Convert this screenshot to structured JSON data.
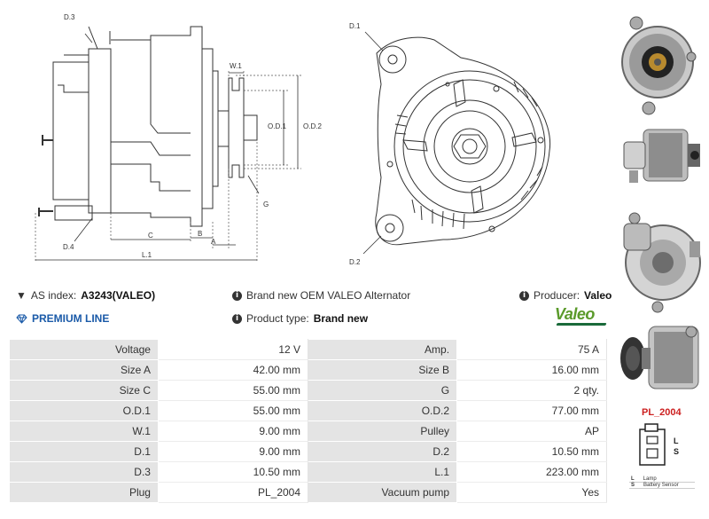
{
  "drawing": {
    "labels": {
      "d3": "D.3",
      "d4": "D.4",
      "w1": "W.1",
      "od1": "O.D.1",
      "od2": "O.D.2",
      "g": "G",
      "c": "C",
      "b": "B",
      "a": "A",
      "l1": "L.1",
      "d1": "D.1",
      "d2": "D.2"
    }
  },
  "info": {
    "as_index_label": "AS index:",
    "as_index_value": "A3243(VALEO)",
    "premium_line": "PREMIUM LINE",
    "description": "Brand new OEM VALEO Alternator",
    "product_type_label": "Product type:",
    "product_type_value": "Brand new",
    "producer_label": "Producer:",
    "producer_value": "Valeo",
    "brand_logo": "Valeo"
  },
  "specs": [
    {
      "l1": "Voltage",
      "v1": "12 V",
      "l2": "Amp.",
      "v2": "75 A"
    },
    {
      "l1": "Size A",
      "v1": "42.00 mm",
      "l2": "Size B",
      "v2": "16.00 mm"
    },
    {
      "l1": "Size C",
      "v1": "55.00 mm",
      "l2": "G",
      "v2": "2 qty."
    },
    {
      "l1": "O.D.1",
      "v1": "55.00 mm",
      "l2": "O.D.2",
      "v2": "77.00 mm"
    },
    {
      "l1": "W.1",
      "v1": "9.00 mm",
      "l2": "Pulley",
      "v2": "AP"
    },
    {
      "l1": "D.1",
      "v1": "9.00 mm",
      "l2": "D.2",
      "v2": "10.50 mm"
    },
    {
      "l1": "D.3",
      "v1": "10.50 mm",
      "l2": "L.1",
      "v2": "223.00 mm"
    },
    {
      "l1": "Plug",
      "v1": "PL_2004",
      "l2": "Vacuum pump",
      "v2": "Yes"
    }
  ],
  "plug": {
    "name": "PL_2004",
    "pin_l": "L",
    "pin_s": "S",
    "legend": [
      {
        "key": "L",
        "text": "Lamp"
      },
      {
        "key": "S",
        "text": "Battery Sensor"
      }
    ]
  },
  "colors": {
    "accent_blue": "#1a5aa8",
    "plug_red": "#cc1f1f",
    "valeo_green": "#5a9a2a",
    "table_label_bg": "#e4e4e4"
  }
}
